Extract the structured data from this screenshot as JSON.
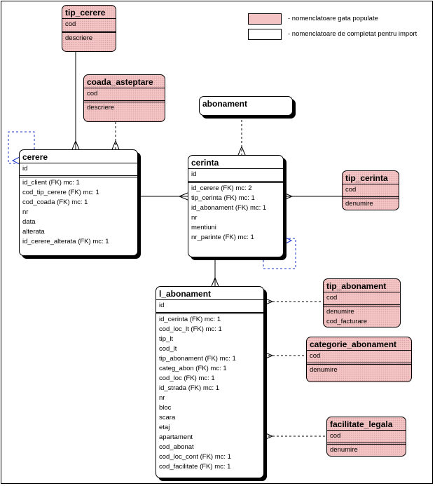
{
  "legend": [
    {
      "swatch": "pink",
      "text": "- nomenclatoare gata populate"
    },
    {
      "swatch": "white",
      "text": "- nomenclatoare de completat pentru import"
    }
  ],
  "entities": {
    "tip_cerere": {
      "title": "tip_cerere",
      "key": [
        "cod"
      ],
      "attrs": [
        "descriere"
      ]
    },
    "coada_asteptare": {
      "title": "coada_asteptare",
      "key": [
        "cod"
      ],
      "attrs": [
        "descriere"
      ]
    },
    "abonament": {
      "title": "abonament",
      "key": [],
      "attrs": []
    },
    "cerere": {
      "title": "cerere",
      "key": [
        "id"
      ],
      "attrs": [
        "id_client (FK) mc: 1",
        "cod_tip_cerere (FK) mc: 1",
        "cod_coada (FK) mc: 1",
        "nr",
        "data",
        "alterata",
        "id_cerere_alterata (FK) mc: 1"
      ]
    },
    "cerinta": {
      "title": "cerinta",
      "key": [
        "id"
      ],
      "attrs": [
        "id_cerere (FK) mc: 2",
        "tip_cerinta (FK) mc: 1",
        "id_abonament (FK) mc: 1",
        "nr",
        "mentiuni",
        "nr_parinte (FK) mc: 1"
      ]
    },
    "tip_cerinta": {
      "title": "tip_cerinta",
      "key": [
        "cod"
      ],
      "attrs": [
        "denumire"
      ]
    },
    "l_abonament": {
      "title": "l_abonament",
      "key": [
        "id"
      ],
      "attrs": [
        "id_cerinta (FK) mc: 1",
        "cod_loc_lt (FK) mc: 1",
        "tip_lt",
        "cod_lt",
        "tip_abonament (FK) mc: 1",
        "categ_abon (FK) mc: 1",
        "cod_loc (FK) mc: 1",
        "id_strada (FK) mc: 1",
        "nr",
        "bloc",
        "scara",
        "etaj",
        "apartament",
        "cod_abonat",
        "cod_loc_cont (FK) mc: 1",
        "cod_facilitate (FK) mc: 1"
      ]
    },
    "tip_abonament": {
      "title": "tip_abonament",
      "key": [
        "cod"
      ],
      "attrs": [
        "denumire",
        "cod_facturare"
      ]
    },
    "categorie_abonament": {
      "title": "categorie_abonament",
      "key": [
        "cod"
      ],
      "attrs": [
        "denumire"
      ]
    },
    "facilitate_legala": {
      "title": "facilitate_legala",
      "key": [
        "cod"
      ],
      "attrs": [
        "denumire"
      ]
    }
  }
}
